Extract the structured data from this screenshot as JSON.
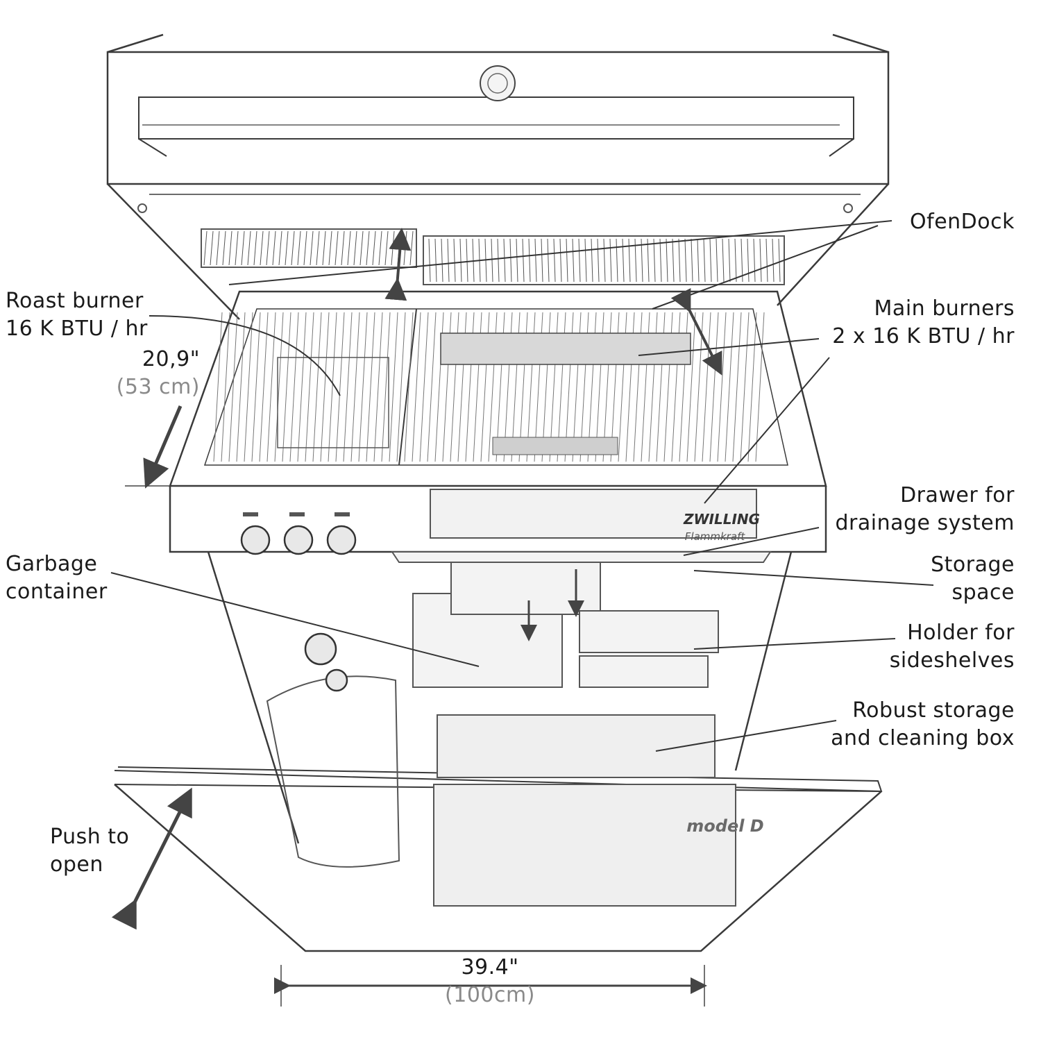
{
  "labels": {
    "ofendock": "OfenDock",
    "roast_burner": [
      "Roast burner",
      "16 K BTU / hr"
    ],
    "depth": {
      "imperial": "20,9\"",
      "metric": "(53 cm)"
    },
    "main_burners": [
      "Main burners",
      "2 x 16 K BTU / hr"
    ],
    "drawer": [
      "Drawer for",
      "drainage system"
    ],
    "garbage": [
      "Garbage",
      "container"
    ],
    "storage": [
      "Storage",
      "space"
    ],
    "holder": [
      "Holder for",
      "sideshelves"
    ],
    "robust": [
      "Robust storage",
      "and cleaning box"
    ],
    "push": [
      "Push to",
      "open"
    ],
    "width": {
      "imperial": "39.4\"",
      "metric": "(100cm)"
    }
  },
  "brand": {
    "name": "ZWILLING",
    "script": "Flammkraft",
    "model": "model D"
  },
  "colors": {
    "ink": "#3a3a3a",
    "text": "#1a1a1a",
    "muted": "#8a8a8a",
    "arrow": "#444444"
  }
}
